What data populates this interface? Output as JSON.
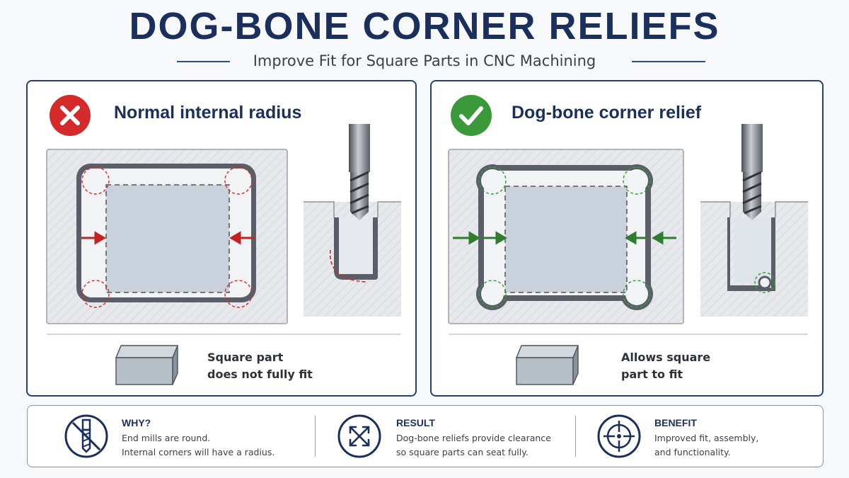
{
  "header": {
    "title": "DOG-BONE CORNER RELIEFS",
    "subtitle": "Improve Fit for Square Parts in CNC Machining"
  },
  "panels": [
    {
      "title": "Normal internal radius",
      "status_icon": "x-icon",
      "status_color": "#d42a2a",
      "caption_line1": "Square part",
      "caption_line2": "does not fully fit"
    },
    {
      "title": "Dog-bone corner relief",
      "status_icon": "check-icon",
      "status_color": "#3a9a3a",
      "caption_line1": "Allows square",
      "caption_line2": "part to fit"
    }
  ],
  "info": [
    {
      "heading": "WHY?",
      "line1": "End mills are round.",
      "line2": "Internal corners will have a radius.",
      "icon": "end-mill-icon"
    },
    {
      "heading": "RESULT",
      "line1": "Dog-bone reliefs provide clearance",
      "line2": "so square parts can seat fully.",
      "icon": "expand-arrows-icon"
    },
    {
      "heading": "BENEFIT",
      "line1": "Improved fit, assembly,",
      "line2": "and functionality.",
      "icon": "target-icon"
    }
  ],
  "colors": {
    "navy": "#1a2f5c",
    "bad": "#d42a2a",
    "good": "#3a9a3a"
  }
}
